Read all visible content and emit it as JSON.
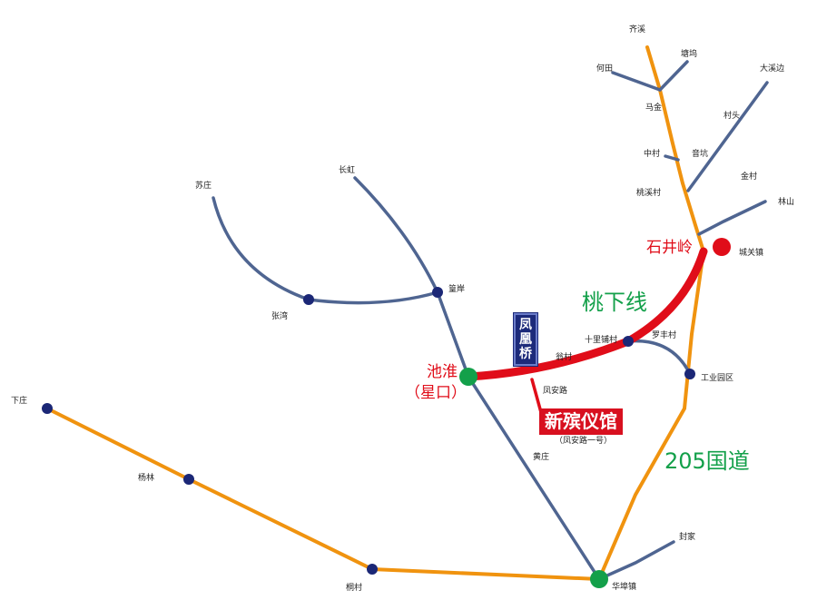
{
  "colors": {
    "road_orange": "#f0930f",
    "road_blue": "#4f6591",
    "route_red": "#e00d19",
    "hub_green": "#13a04a",
    "town_red": "#e00d19",
    "node_navy": "#1b2776",
    "label_red": "#e00d19",
    "label_green": "#13a04a",
    "hall_bg": "#d8101f",
    "bridge_bg": "#1c2a7a"
  },
  "places": {
    "qixi": "齐溪",
    "tangwu": "塘坞",
    "hetian": "何田",
    "majin": "马金",
    "daxibian": "大溪边",
    "cuntou": "村头",
    "zhongcun": "中村",
    "yinkeng": "音坑",
    "jincun": "金村",
    "taoxicun": "桃溪村",
    "linshan": "林山",
    "chengguanzhen": "城关镇",
    "suzhuang": "苏庄",
    "changhong": "长虹",
    "huangan": "篁岸",
    "zhangwan": "张湾",
    "shilipucun": "十里铺村",
    "luofengcun": "罗丰村",
    "wengcun": "翁村",
    "gongyeyuanqu": "工业园区",
    "fenganlu": "凤安路",
    "xiazhuang": "下庄",
    "yanglin": "杨林",
    "huangzhuang": "黄庄",
    "fengjia": "封家",
    "tongcun": "桐村",
    "huabuzhen": "华埠镇"
  },
  "labels": {
    "shijingling": "石井岭",
    "chihuai": "池淮",
    "xingkou": "（星口）",
    "taoxiaxian": "桃下线",
    "guodao205": "205国道",
    "new_funeral_hall": "新殡仪馆",
    "hall_address": "（凤安路一号）",
    "fenghuangqiao": "凤凰桥"
  }
}
